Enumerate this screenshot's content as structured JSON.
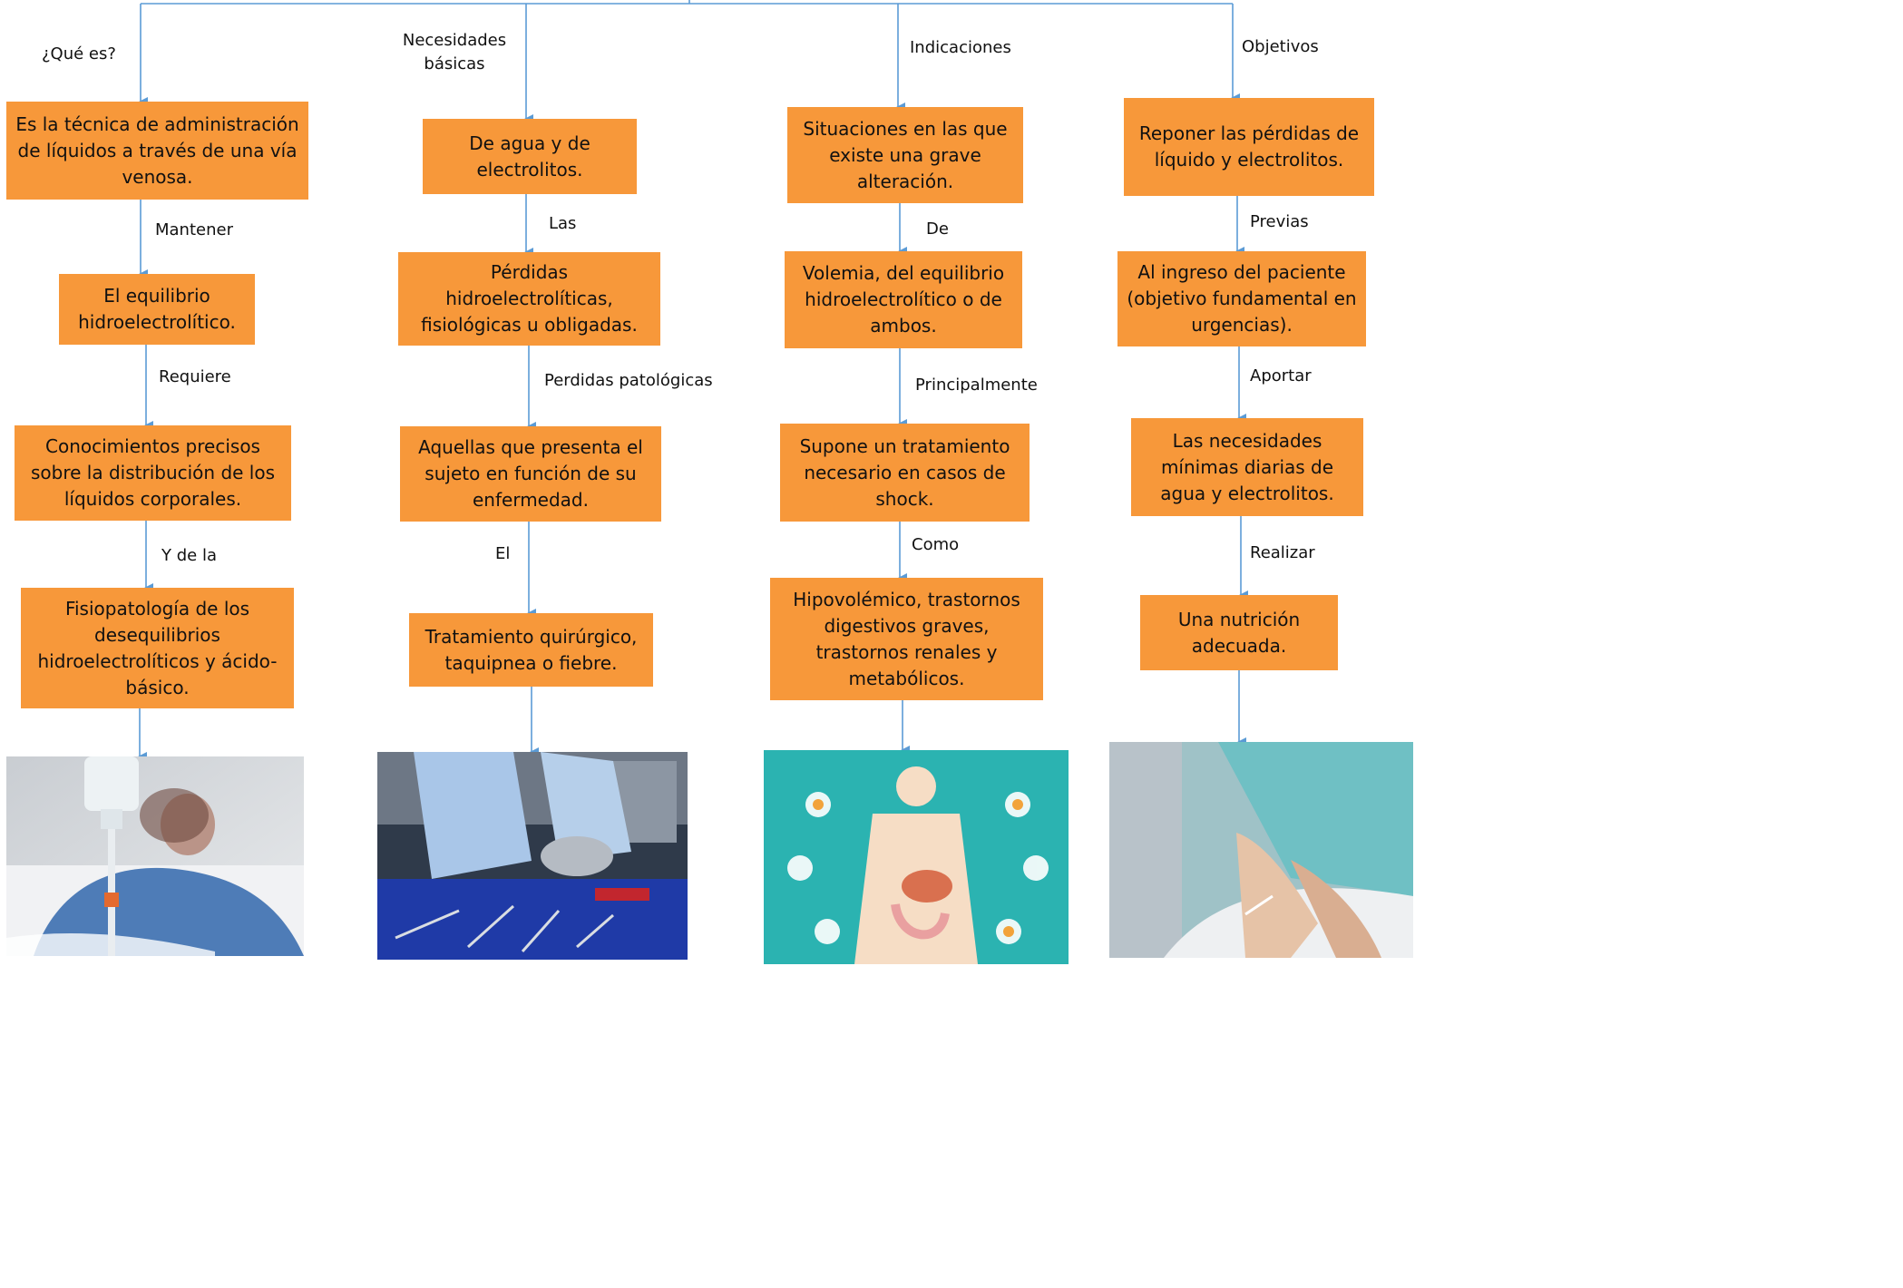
{
  "columns": [
    {
      "branch_label": "¿Qué es?",
      "boxes": [
        "Es la técnica de administración de líquidos a través de una vía venosa.",
        "El equilibrio hidroelectrolítico.",
        "Conocimientos precisos sobre la distribución de los líquidos corporales.",
        "Fisiopatología de los desequilibrios hidroelectrolíticos y ácido-básico."
      ],
      "links": [
        "Mantener",
        "Requiere",
        "Y de la"
      ],
      "photo": "patient-iv-drip-photo"
    },
    {
      "branch_label": "Necesidades básicas",
      "boxes": [
        "De agua y de electrolitos.",
        "Pérdidas hidroelectrolíticas, fisiológicas u obligadas.",
        "Aquellas que presenta el sujeto en función de su enfermedad.",
        "Tratamiento quirúrgico, taquipnea o fiebre."
      ],
      "links": [
        "Las",
        "Perdidas patológicas",
        "El"
      ],
      "photo": "surgery-team-photo"
    },
    {
      "branch_label": "Indicaciones",
      "boxes": [
        "Situaciones en las que existe una grave alteración.",
        "Volemia, del equilibrio hidroelectrolítico o de ambos.",
        "Supone un tratamiento necesario en casos de shock.",
        "Hipovolémico, trastornos digestivos graves, trastornos renales y metabólicos."
      ],
      "links": [
        "De",
        "Principalmente",
        "Como"
      ],
      "photo": "human-organs-illustration"
    },
    {
      "branch_label": "Objetivos",
      "boxes": [
        "Reponer las pérdidas de líquido y electrolitos.",
        "Al ingreso del paciente (objetivo fundamental en urgencias).",
        "Las necesidades mínimas diarias de agua y electrolitos.",
        "Una nutrición adecuada."
      ],
      "links": [
        "Previas",
        "Aportar",
        "Realizar"
      ],
      "photo": "nurse-iv-hand-photo"
    }
  ],
  "colors": {
    "box_fill": "#f7983a",
    "connector": "#5b9bd5"
  }
}
